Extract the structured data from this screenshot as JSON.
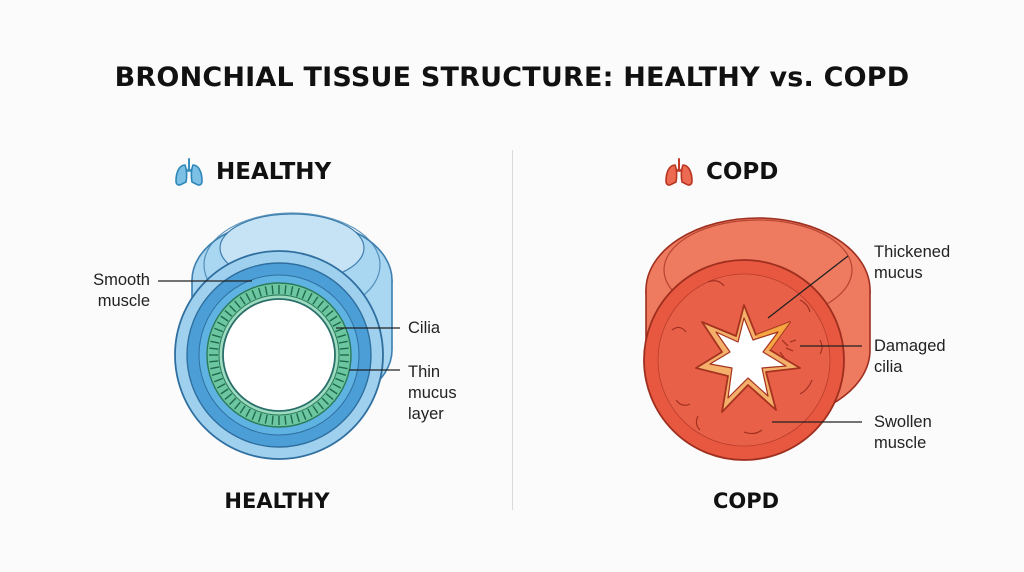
{
  "title": "BRONCHIAL TISSUE STRUCTURE: HEALTHY vs. COPD",
  "healthy": {
    "heading": "HEALTHY",
    "footer": "HEALTHY",
    "icon": "lungs-icon",
    "icon_color": "#5aaed6",
    "labels": {
      "smooth_muscle": "Smooth\nmuscle",
      "cilia": "Cilia",
      "thin_mucus": "Thin\nmucus\nlayer"
    }
  },
  "copd": {
    "heading": "COPD",
    "footer": "COPD",
    "icon": "lungs-icon",
    "icon_color": "#e25a45",
    "labels": {
      "thickened_mucus": "Thickened\nmucus",
      "damaged_cilia": "Damaged\ncilia",
      "swollen_muscle": "Swollen\nmuscle"
    }
  },
  "colors": {
    "healthy_outer": "#8fc6ea",
    "healthy_mid": "#4a9fd8",
    "healthy_cilia": "#5cc39a",
    "copd_outer": "#e65a45",
    "copd_mucus": "#f2a84a"
  }
}
